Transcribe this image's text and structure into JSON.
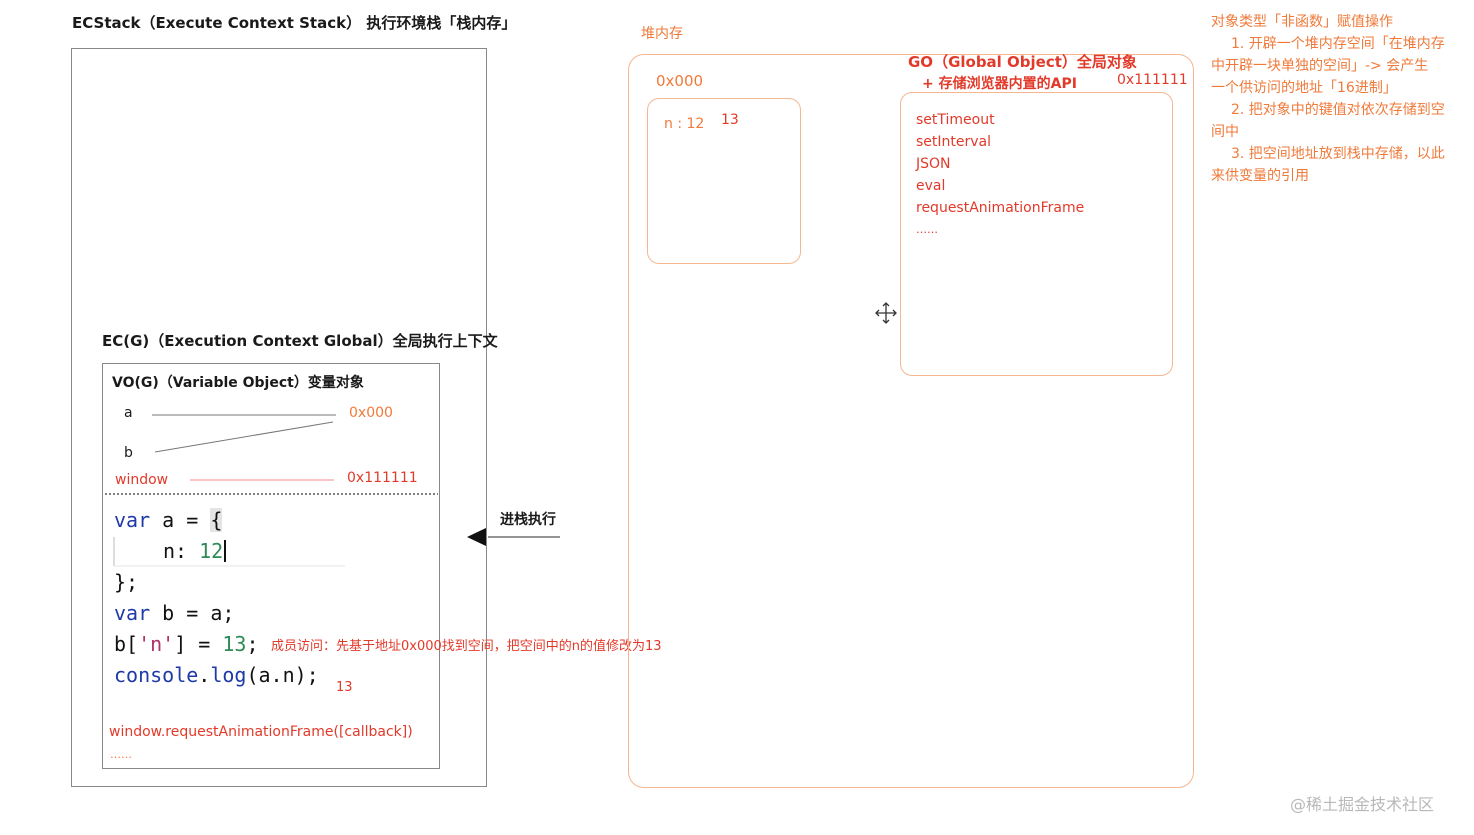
{
  "stack": {
    "title": "ECStack（Execute Context Stack） 执行环境栈「栈内存」",
    "ecg_title": "EC(G)（Execution Context Global）全局执行上下文",
    "vo_title": "VO(G)（Variable Object）变量对象",
    "var_a": "a",
    "var_b": "b",
    "var_window": "window",
    "addr_a": "0x000",
    "addr_window": "0x111111",
    "dots": "……",
    "callback_line": "window.requestAnimationFrame([callback])",
    "enter_label": "进栈执行"
  },
  "code": {
    "line1_kw": "var",
    "line1_rest": " a = ",
    "line1_brace": "{",
    "line2_key": "n: ",
    "line2_val": "12",
    "line3": "};",
    "line4_kw": "var",
    "line4_rest": " b = a;",
    "line5_a": "b[",
    "line5_str": "'n'",
    "line5_b": "] = ",
    "line5_num": "13",
    "line5_c": ";",
    "line6_fn": "console",
    "line6_b": ".",
    "line6_log": "log",
    "line6_c": "(a.n);",
    "note_member": "成员访问：先基于地址0x000找到空间，把空间中的n的值修改为13",
    "note_result": "13"
  },
  "heap": {
    "title": "堆内存",
    "obj_addr": "0x000",
    "obj_prop": "n : 12",
    "obj_new": "13",
    "go_title": "GO（Global Object）全局对象",
    "go_subtitle": "+ 存储浏览器内置的API",
    "go_addr": "0x111111",
    "go_items": [
      "setTimeout",
      "setInterval",
      "JSON",
      "eval",
      "requestAnimationFrame",
      "……"
    ]
  },
  "notes": {
    "title": "对象类型「非函数」赋值操作",
    "lines": [
      "1. 开辟一个堆内存空间「在堆内存",
      "中开辟一块单独的空间」-> 会产生",
      "一个供访问的地址「16进制」",
      "2. 把对象中的键值对依次存储到空",
      "间中",
      "3. 把空间地址放到栈中存储，以此",
      "来供变量的引用"
    ]
  },
  "watermark": "@稀土掘金技术社区",
  "colors": {
    "orange": "#f07a3a",
    "red": "#e23a2a",
    "keyword": "#1f3aa8",
    "number": "#2e8a57"
  }
}
